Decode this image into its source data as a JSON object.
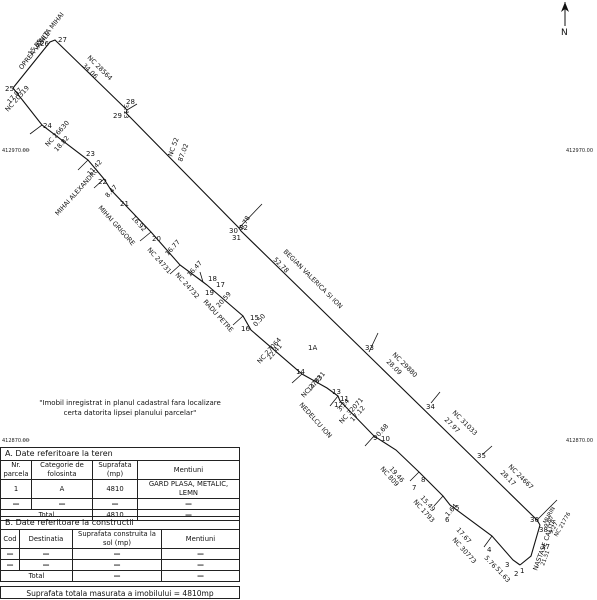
{
  "north": {
    "label": "N"
  },
  "coords": {
    "top_left": "412970.00",
    "top_right": "412970.00",
    "bottom_left": "412870.00",
    "bottom_right": "412870.00"
  },
  "parcel_label": "1A",
  "points": {
    "p25": "25",
    "p26": "26",
    "p27": "27",
    "p28": "28",
    "p29": "29",
    "p24": "24",
    "p23": "23",
    "p22": "22",
    "p21": "21",
    "p20": "20",
    "p19": "19",
    "p18": "18",
    "p17": "17",
    "p16": "16",
    "p15": "15",
    "p14": "14",
    "p13": "13",
    "p12": "12",
    "p11": "11",
    "p10": "10",
    "p9": "9",
    "p8": "8",
    "p7": "7",
    "p6": "6",
    "p5": "5",
    "p4": "4",
    "p3": "3",
    "p2": "2",
    "p1": "1",
    "p30": "30",
    "p31": "31",
    "p32": "32",
    "p33": "33",
    "p34": "34",
    "p35": "35",
    "p36": "36",
    "p37": "37",
    "p38": "38"
  },
  "neighbors": {
    "oprea_vasile": "OPREA VASILE",
    "ionita_mihai": "IONITA MIHAI",
    "nc_top": "NC 28564",
    "nc_left_top": "NC 20319",
    "nc_left2": "NC 26630",
    "mihai_alexandru": "MIHAI ALEXANDRU",
    "mihai_grigore": "MIHAI GRIGORE",
    "nc_24731": "NC 24731",
    "nc_24732": "NC 24732",
    "radu_petre": "RADU PETRE",
    "nc_27064": "NC 27064",
    "nc_27831": "NC 27831",
    "nedelcu_ion": "NEDELCU ION",
    "nc_32071": "NC 32071",
    "nc_809": "NC 809",
    "nc_1793": "NC 1793",
    "nc_30773": "NC 30773",
    "nastase_calita": "NASTASE CALITA",
    "nc_52": "NC 52",
    "begian": "BEGIAN VALERICA SI ION",
    "nc_29880": "NC 29880",
    "nc_31033": "NC 31033",
    "nc_24667": "NC 24667",
    "nc_21776": "NC 21776",
    "murin": "MURIN"
  },
  "distances": {
    "d26_27": "15.55",
    "d27_28": "34.06",
    "d28_29": "3.13",
    "d29_30": "87.02",
    "d30_31": "0.78",
    "d31_33": "52.78",
    "d33_34": "28.09",
    "d34_35": "27.97",
    "d35_36": "28.17",
    "d25_24": "17.07",
    "d24_23": "18.82",
    "d23_22": "11.42",
    "d22_21": "8.47",
    "d21_20": "16.92",
    "d20_19": "16.77",
    "d19_18": "16.47",
    "d17_16": "20.59",
    "d16_15": "0.50",
    "d15_14": "22.41",
    "d14_13": "14.33",
    "d12_11": "3.24",
    "d11_10": "17.12",
    "d10_9": "0.68",
    "d9_8": "19.46",
    "d7_6": "15.49",
    "d6_5": "1.64",
    "d5_4": "17.67",
    "d3_2": "5.76",
    "d2_1": "51.63",
    "d38": "9.80",
    "d37": "9.27",
    "d32": "21.51"
  },
  "note": "\"Imobil inregistrat in planul cadastral fara localizare certa datorita lipsei planului parcelar\"",
  "tableA": {
    "title": "A. Date referitoare la teren",
    "headers": [
      "Nr. parcela",
      "Categorie de folosinta",
      "Suprafata (mp)",
      "Mentiuni"
    ],
    "rows": [
      [
        "1",
        "A",
        "4810",
        "GARD PLASA, METALIC, LEMN"
      ],
      [
        "—",
        "—",
        "—",
        "—"
      ]
    ],
    "total_label": "Total",
    "total_value": "4810",
    "total_dash": "—"
  },
  "tableB": {
    "title": "B. Date referitoare la constructii",
    "headers": [
      "Cod",
      "Destinatia",
      "Suprafata construita la sol (mp)",
      "Mentiuni"
    ],
    "rows": [
      [
        "—",
        "—",
        "—",
        "—"
      ],
      [
        "—",
        "—",
        "—",
        "—"
      ]
    ],
    "total_label": "Total",
    "total_value": "—",
    "total_dash": "—"
  },
  "summary": "Suprafata totala masurata a imobilului = 4810mp"
}
